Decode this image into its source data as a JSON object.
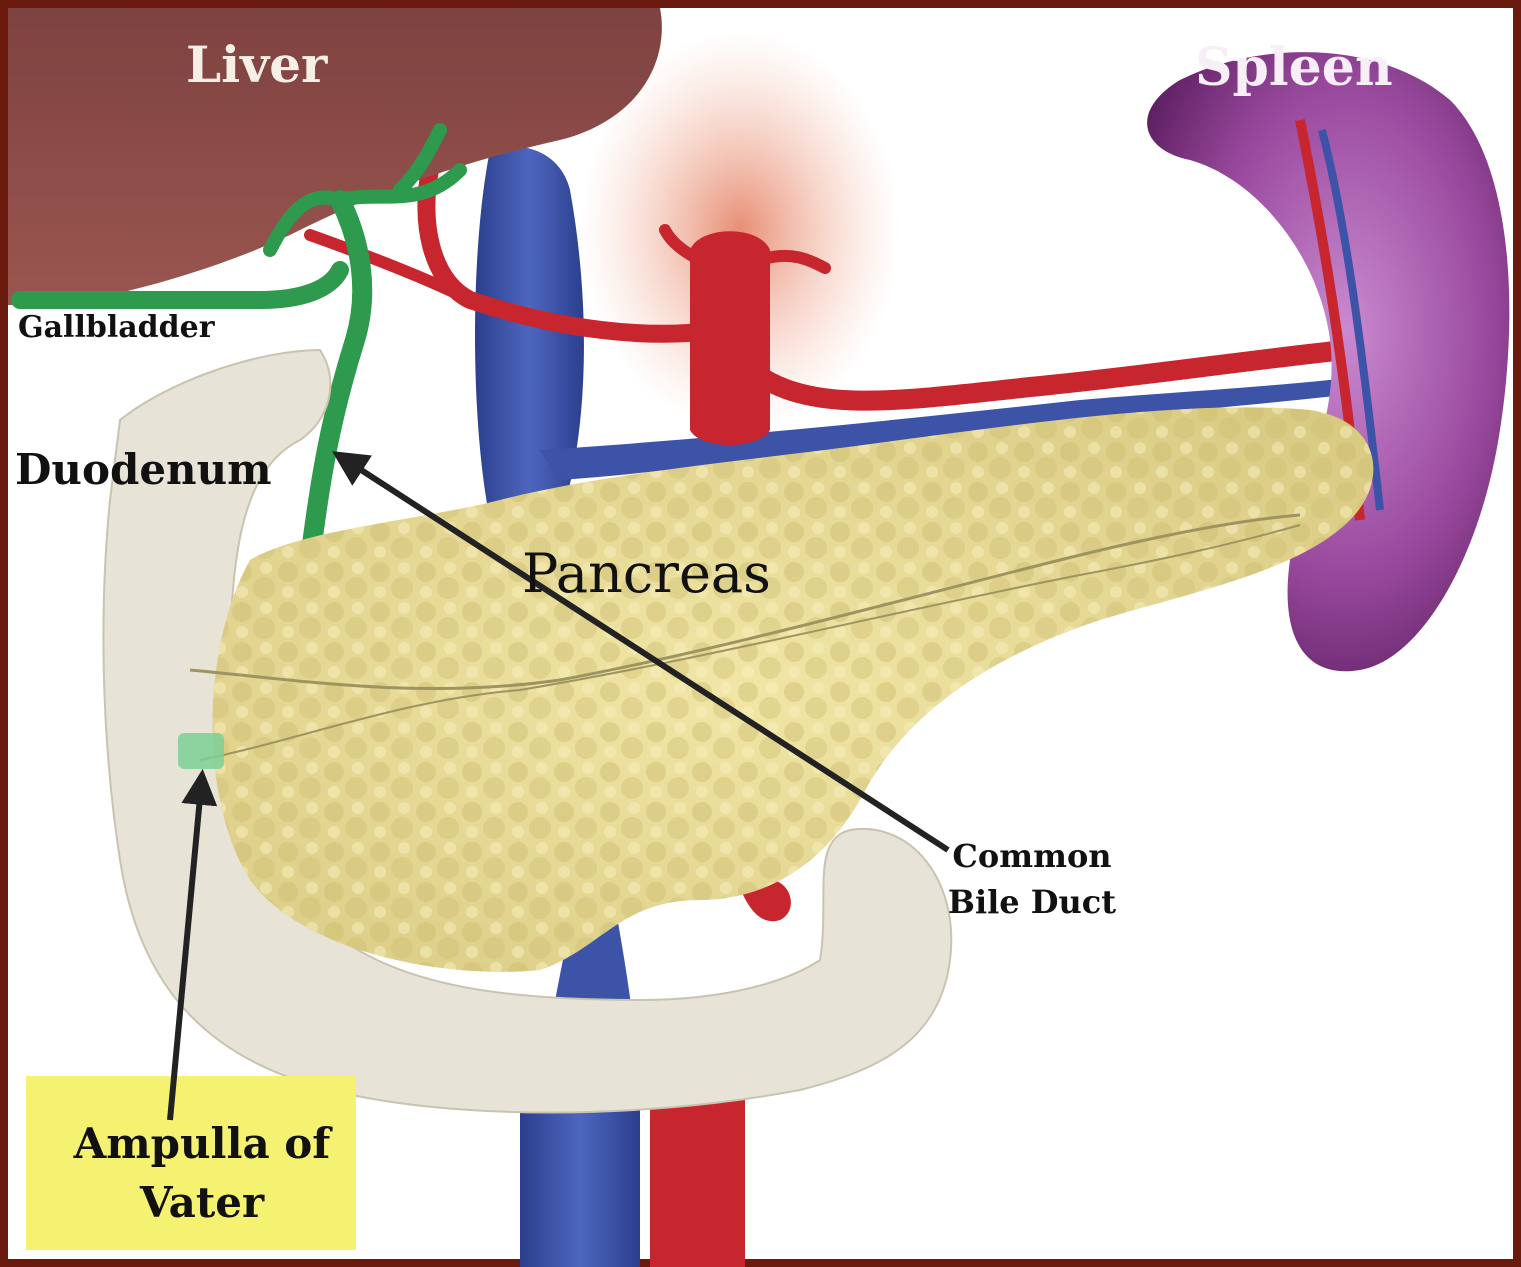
{
  "labels": {
    "liver": "Liver",
    "spleen": "Spleen",
    "gallbladder": "Gallbladder",
    "duodenum": "Duodenum",
    "pancreas": "Pancreas",
    "common_bile_duct": [
      "Common",
      "Bile Duct"
    ],
    "ampulla_of_vater": [
      "Ampulla of",
      "Vater"
    ]
  },
  "colors": {
    "frame": "#6b1a0e",
    "liver": "#8a4a44",
    "spleen": "#9b4a9c",
    "pancreas": "#e6da98",
    "duodenum": "#e7e3d7",
    "bile_duct": "#2d9a4e",
    "artery": "#c8262e",
    "vein": "#3c53a8",
    "callout_box": "#f5f271",
    "arrow": "#222222"
  }
}
